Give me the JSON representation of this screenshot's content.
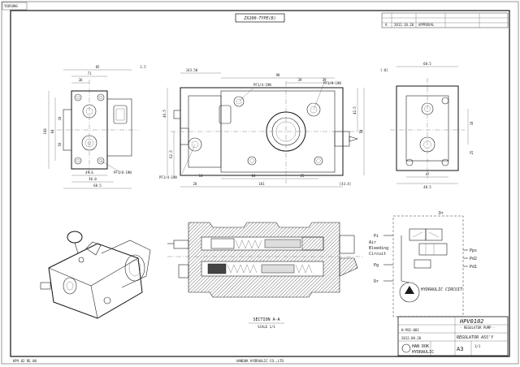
{
  "header": {
    "company_small": "YOOSUNG",
    "drawing_title": "ZX200-TYPE(B)",
    "revision_cols": [
      "A",
      "2012.10.20",
      "APPROVAL"
    ]
  },
  "front_view": {
    "dims_top": [
      "85",
      "71",
      "36",
      "1.5"
    ],
    "dims_side": [
      "108",
      "84",
      "18",
      "50"
    ],
    "dims_bottom": [
      "49.6",
      "36.0",
      "60.5"
    ],
    "port_label": "PF1/8-19N"
  },
  "main_view": {
    "dims_top": [
      "143.50",
      "98",
      "39",
      "39"
    ],
    "dims_bottom": [
      "181",
      "84",
      "25",
      "14",
      "28",
      "[43.4]"
    ],
    "dims_side_left": [
      "40.5",
      "62.5"
    ],
    "dims_side_right": [
      "42.5",
      "54"
    ],
    "port_labels": [
      "PF1/4-19N",
      "PF1/8-19N",
      "PF1/4-19N"
    ]
  },
  "right_view": {
    "dims_top": [
      "60.5",
      "[-8]"
    ],
    "dims_side": [
      "18",
      "25"
    ],
    "dims_bottom": [
      "47",
      "48.5"
    ]
  },
  "section": {
    "title": "SECTION A-A",
    "scale": "SCALE 1/1"
  },
  "hydraulic": {
    "labels": {
      "dr_top": "Dr",
      "pi": "Pi",
      "air1": "Air",
      "air2": "Bleeding",
      "air3": "Circuit",
      "pg": "Pg",
      "dr_bottom": "Dr",
      "pps": "Pps",
      "pd2": "Pd2",
      "pd1": "Pd1"
    },
    "circuit_title": "HYDRAULIC CIRCUIT"
  },
  "title_block": {
    "part_no": "HPV0102",
    "part_sub": "- REGULATOR PUMP -",
    "part_name": "REGULATOR ASS'Y",
    "company1": "HAN DOK",
    "company2": "HYDRAULIC",
    "size": "A3",
    "scale_text": "1/1",
    "date_row": "2012.08.20",
    "drawn": "H-P01-001"
  },
  "footer": {
    "left": "HPV 02 RE 00",
    "center": "HANDOK HYDRAULIC CO.,LTD"
  }
}
